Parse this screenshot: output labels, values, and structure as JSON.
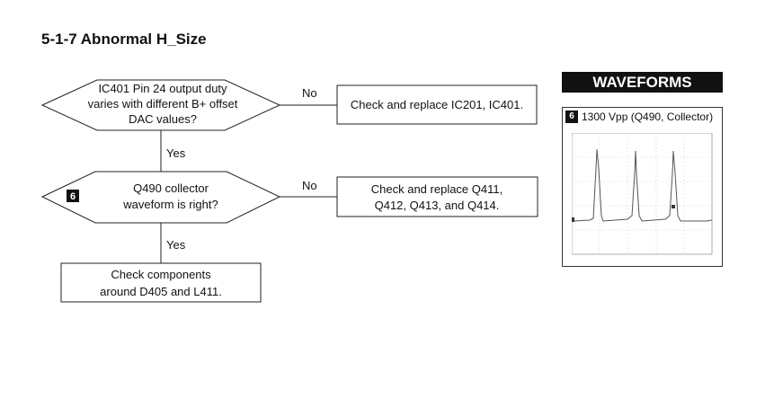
{
  "page": {
    "title": "5-1-7 Abnormal H_Size"
  },
  "flowchart": {
    "decision1": {
      "lines": [
        "IC401 Pin 24 output duty",
        "varies with different B+ offset",
        "DAC values?"
      ]
    },
    "decision2": {
      "badge": "6",
      "lines": [
        "Q490 collector",
        "waveform is right?"
      ]
    },
    "action1": {
      "lines": [
        "Check and replace IC201, IC401."
      ]
    },
    "action2": {
      "lines": [
        "Check and replace Q411,",
        "Q412, Q413, and Q414."
      ]
    },
    "action3": {
      "lines": [
        "Check components",
        "around D405 and L411."
      ]
    },
    "edges": {
      "no1": "No",
      "yes1": "Yes",
      "no2": "No",
      "yes2": "Yes"
    }
  },
  "waveforms": {
    "header": "WAVEFORMS",
    "item": {
      "badge": "6",
      "caption": "1300 Vpp (Q490, Collector)"
    }
  }
}
